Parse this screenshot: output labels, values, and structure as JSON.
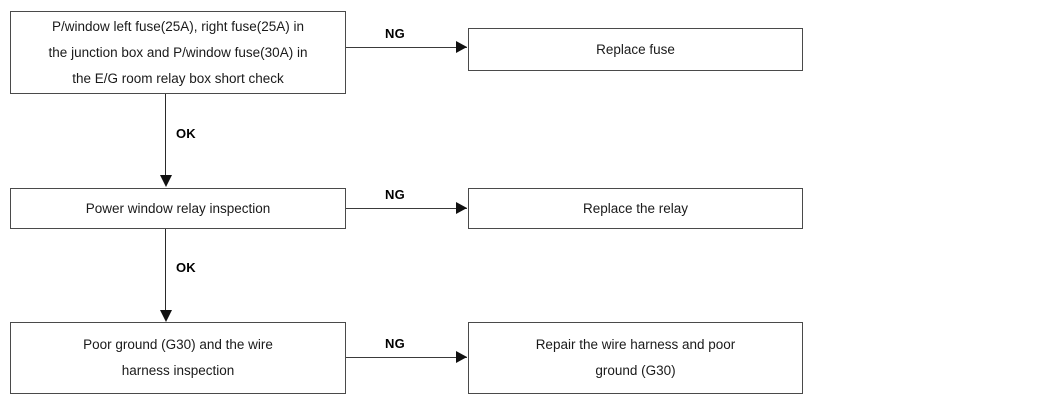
{
  "diagram": {
    "type": "troubleshooting-flowchart",
    "background_color": "#ffffff",
    "box_border_color": "#4a4a4a",
    "text_color": "#1a1a1a",
    "nodes": [
      {
        "id": "fuse-check",
        "text": "P/window left fuse(25A), right fuse(25A) in\nthe junction box and P/window fuse(30A) in\nthe E/G room relay box short check"
      },
      {
        "id": "replace-fuse",
        "text": "Replace fuse"
      },
      {
        "id": "relay-inspection",
        "text": "Power window relay inspection"
      },
      {
        "id": "replace-relay",
        "text": "Replace the relay"
      },
      {
        "id": "ground-inspection",
        "text": "Poor ground (G30) and the wire\nharness inspection"
      },
      {
        "id": "repair-harness",
        "text": "Repair the wire harness and poor\nground (G30)"
      }
    ],
    "edges": [
      {
        "id": "ng-1",
        "label": "NG",
        "from": "fuse-check",
        "to": "replace-fuse",
        "direction": "right"
      },
      {
        "id": "ok-1",
        "label": "OK",
        "from": "fuse-check",
        "to": "relay-inspection",
        "direction": "down"
      },
      {
        "id": "ng-2",
        "label": "NG",
        "from": "relay-inspection",
        "to": "replace-relay",
        "direction": "right"
      },
      {
        "id": "ok-2",
        "label": "OK",
        "from": "relay-inspection",
        "to": "ground-inspection",
        "direction": "down"
      },
      {
        "id": "ng-3",
        "label": "NG",
        "from": "ground-inspection",
        "to": "repair-harness",
        "direction": "right"
      }
    ]
  }
}
